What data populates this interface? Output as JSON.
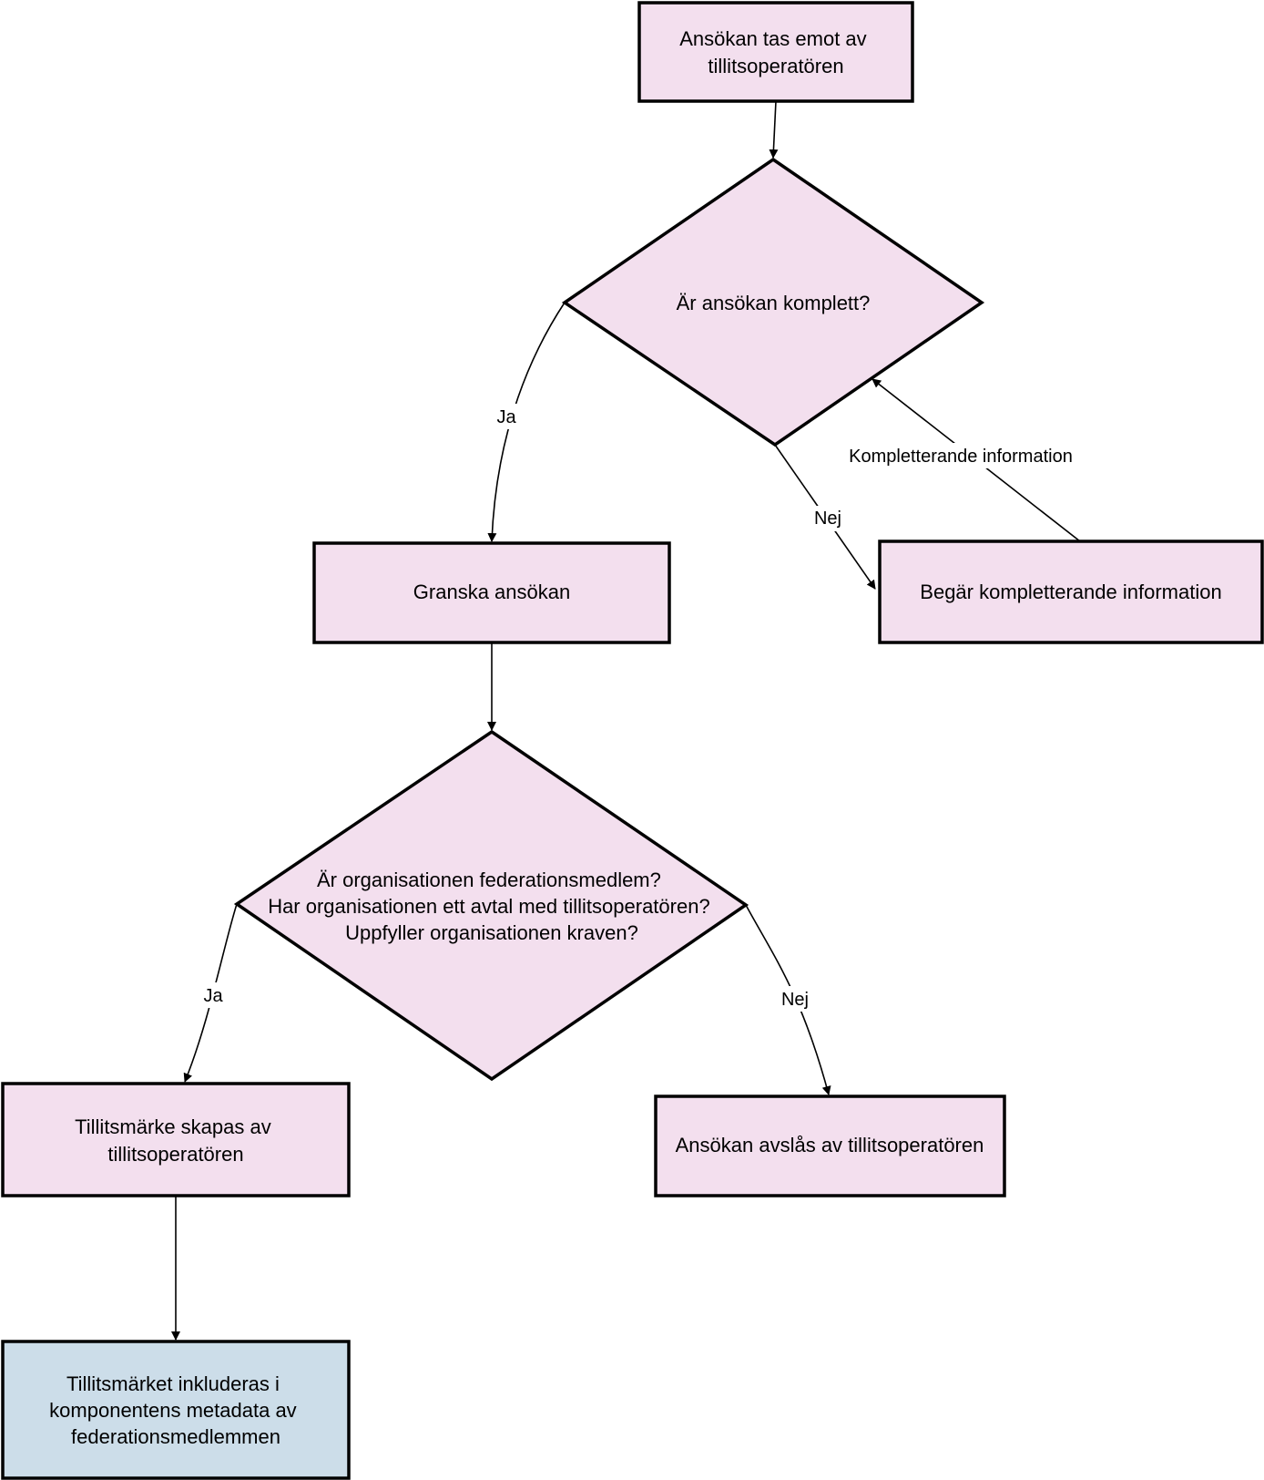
{
  "colors": {
    "process_fill": "#f3dfee",
    "terminal_fill": "#ccdde9",
    "stroke": "#000000"
  },
  "nodes": {
    "start": {
      "lines": [
        "Ansökan tas emot av",
        "tillitsoperatören"
      ]
    },
    "check_complete": {
      "lines": [
        "Är ansökan komplett?"
      ]
    },
    "review": {
      "lines": [
        "Granska ansökan"
      ]
    },
    "request_info": {
      "lines": [
        "Begär kompletterande information"
      ]
    },
    "check_member": {
      "lines": [
        "Är organisationen federationsmedlem?",
        "Har organisationen ett avtal med tillitsoperatören?",
        "Uppfyller organisationen kraven?"
      ]
    },
    "create_mark": {
      "lines": [
        "Tillitsmärke skapas av",
        "tillitsoperatören"
      ]
    },
    "reject": {
      "lines": [
        "Ansökan avslås av tillitsoperatören"
      ]
    },
    "include_metadata": {
      "lines": [
        "Tillitsmärket inkluderas i",
        "komponentens metadata av",
        "federationsmedlemmen"
      ]
    }
  },
  "edges": {
    "complete_yes": "Ja",
    "complete_no": "Nej",
    "info_return": "Kompletterande information",
    "member_yes": "Ja",
    "member_no": "Nej"
  }
}
